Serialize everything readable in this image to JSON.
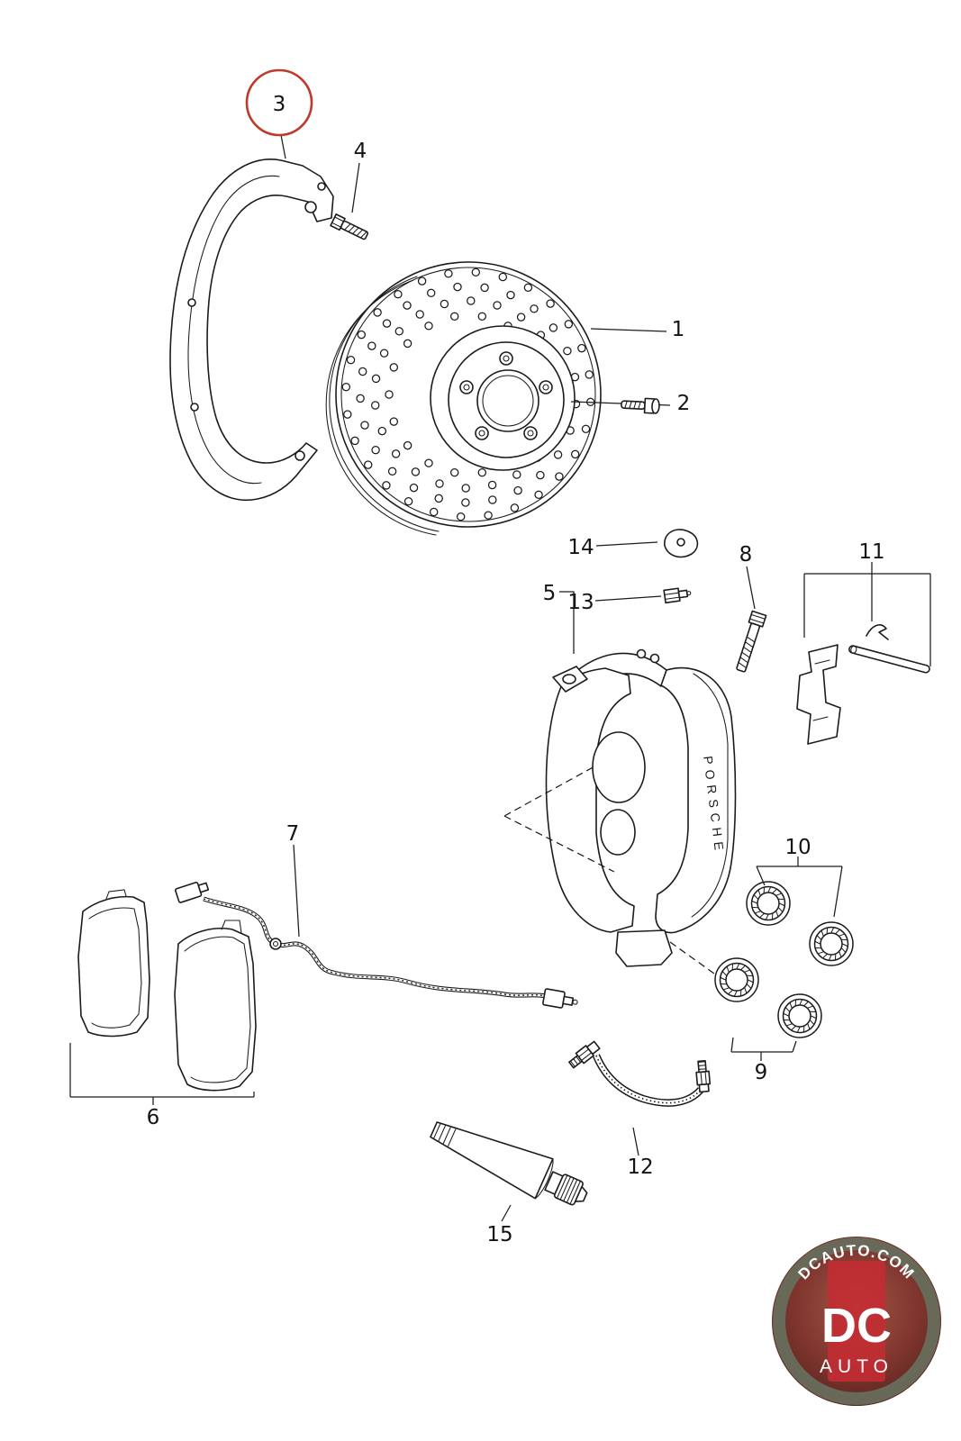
{
  "diagram": {
    "caliper_brand_text": "PORSCHE",
    "highlighted_callout": "3",
    "callouts": [
      {
        "label": "1"
      },
      {
        "label": "2"
      },
      {
        "label": "3"
      },
      {
        "label": "4"
      },
      {
        "label": "5"
      },
      {
        "label": "6"
      },
      {
        "label": "7"
      },
      {
        "label": "8"
      },
      {
        "label": "9"
      },
      {
        "label": "10"
      },
      {
        "label": "11"
      },
      {
        "label": "12"
      },
      {
        "label": "13"
      },
      {
        "label": "14"
      },
      {
        "label": "15"
      }
    ]
  },
  "logo": {
    "top_text": "DCAUTO.COM",
    "main_text": "DC",
    "sub_text": "AUTO"
  },
  "colors": {
    "line": "#1c1c1c",
    "highlight_ring": "#c0392b",
    "logo_red": "#c1272d",
    "logo_ring": "#646a58"
  }
}
